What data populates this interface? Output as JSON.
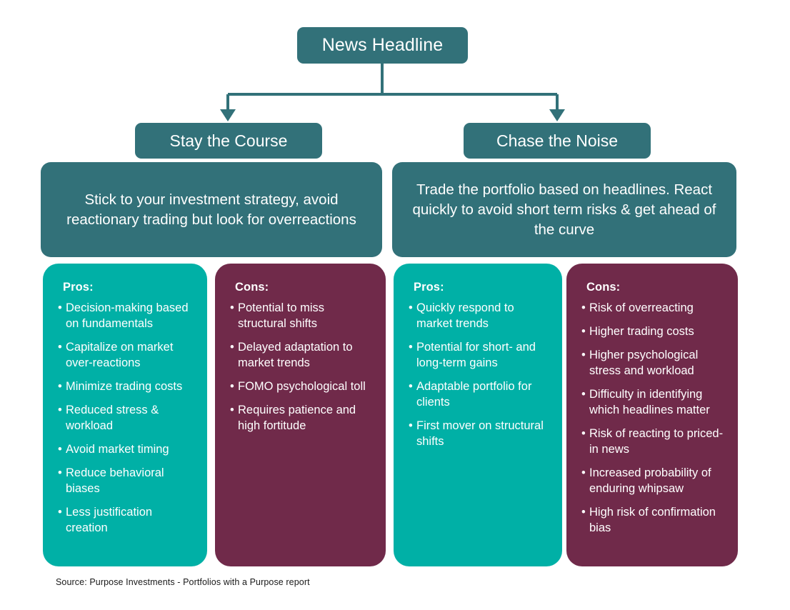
{
  "diagram": {
    "root": {
      "label": "News Headline"
    },
    "branches": [
      {
        "header": "Stay the Course",
        "description": "Stick to your investment strategy, avoid reactionary trading but look for overreactions",
        "columns": [
          {
            "title": "Pros:",
            "bullet_glyph": "•",
            "items": [
              "Decision-making based on fundamentals",
              "Capitalize on market over-reactions",
              "Minimize trading costs",
              "Reduced stress & workload",
              "Avoid market timing",
              "Reduce behavioral biases",
              "Less justification creation"
            ]
          },
          {
            "title": "Cons:",
            "bullet_glyph": "•",
            "items": [
              "Potential to miss structural shifts",
              "Delayed adaptation to market trends",
              "FOMO psychological toll",
              "Requires patience and high fortitude"
            ]
          }
        ]
      },
      {
        "header": "Chase the Noise",
        "description": "Trade the portfolio based on headlines. React quickly to avoid short term risks & get ahead of the curve",
        "columns": [
          {
            "title": "Pros:",
            "bullet_glyph": "•",
            "items": [
              "Quickly respond to market trends",
              "Potential for short- and long-term gains",
              "Adaptable portfolio for clients",
              "First mover on structural shifts"
            ]
          },
          {
            "title": "Cons:",
            "bullet_glyph": "•",
            "items": [
              "Risk of overreacting",
              "Higher trading costs",
              "Higher psychological stress and workload",
              "Difficulty in identifying which headlines matter",
              "Risk of reacting to priced-in news",
              "Increased probability of enduring whipsaw",
              "High risk of confirmation bias"
            ]
          }
        ]
      }
    ],
    "source": "Source: Purpose Investments - Portfolios with a Purpose report",
    "colors": {
      "header_teal": "#327179",
      "pros_teal": "#00B0A6",
      "cons_maroon": "#702A4A",
      "connector": "#327179",
      "text_on_fill": "#FFFFFF",
      "source_text": "#1A1A1A",
      "background": "#FFFFFF"
    }
  }
}
